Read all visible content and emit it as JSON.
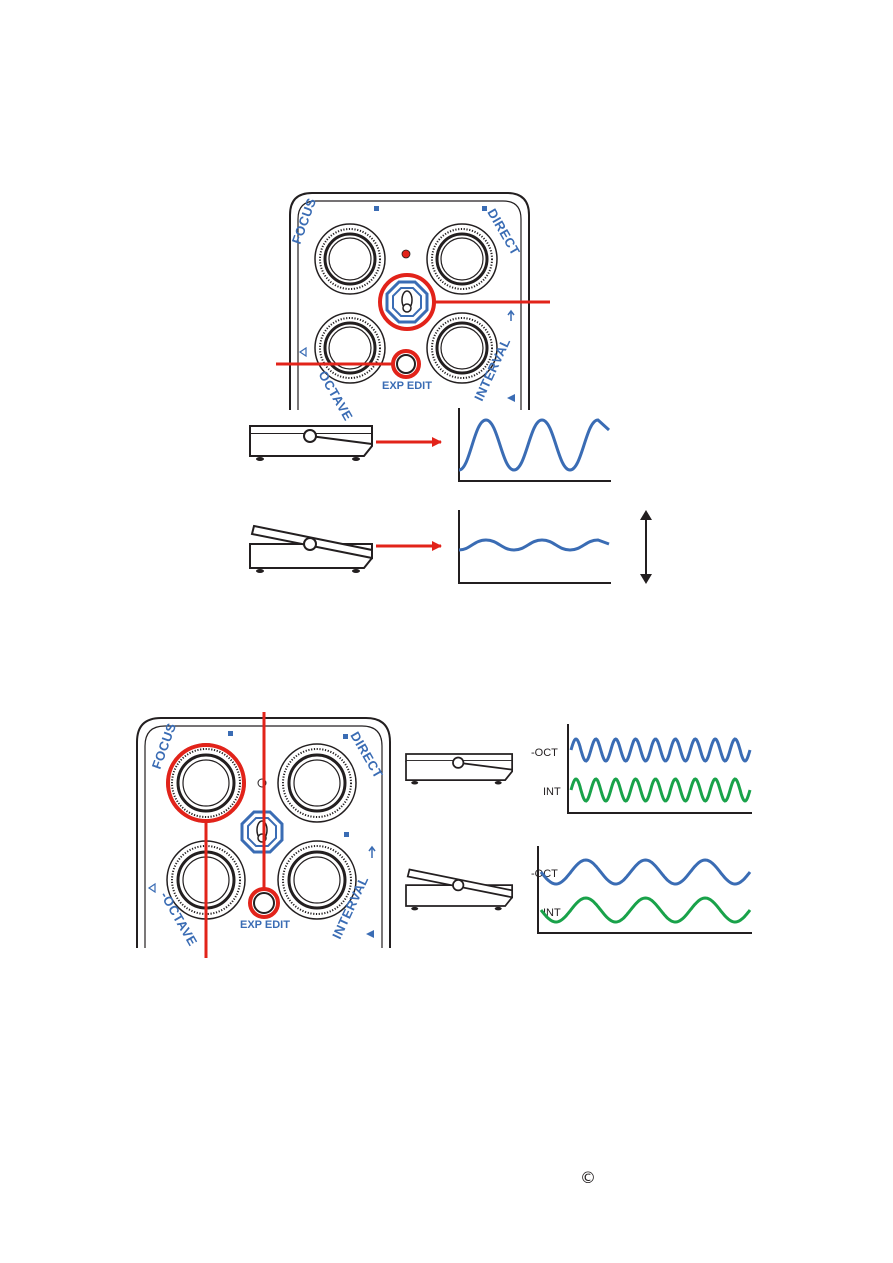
{
  "labels": {
    "focus": "FOCUS",
    "direct": "DIRECT",
    "octave": "OCTAVE",
    "octave_neg": "-OCTAVE",
    "interval": "INTERVAL",
    "exp_edit": "EXP EDIT",
    "neg_oct": "-OCT",
    "int": "INT",
    "copyright": "©"
  },
  "colors": {
    "outline": "#231f20",
    "brand_blue": "#3a6cb4",
    "highlight_red": "#e2231a",
    "wave_blue": "#3a6cb4",
    "wave_green": "#19a24a"
  },
  "figure1": {
    "heel_down": {
      "wave": "large-amplitude",
      "cycles": 2.5
    },
    "toe_down": {
      "wave": "small-amplitude",
      "cycles": 3
    }
  },
  "figure2": {
    "heel_down": {
      "waves": [
        "-OCT",
        "INT"
      ],
      "cycles": 9
    },
    "toe_down": {
      "waves": [
        "-OCT",
        "INT"
      ],
      "cycles": 3.5
    }
  }
}
